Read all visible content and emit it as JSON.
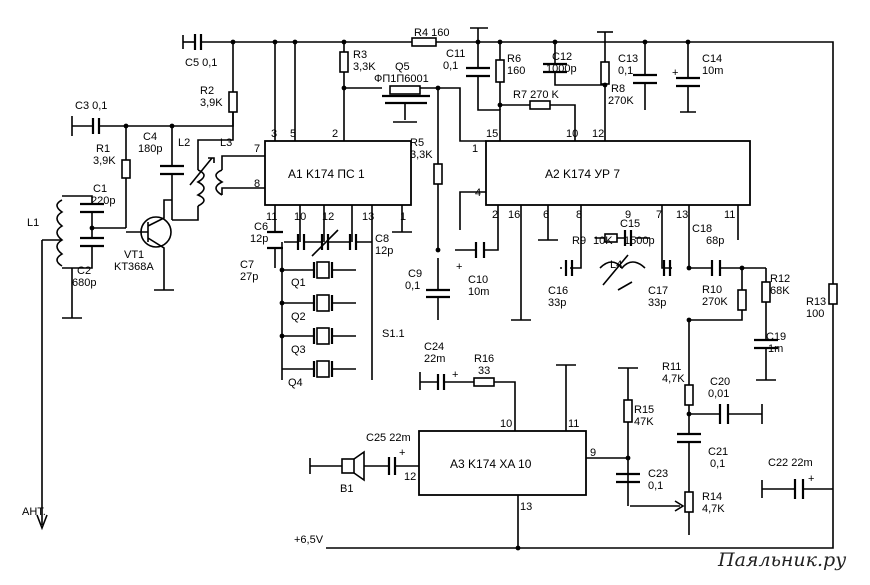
{
  "watermark": "Паяльник.ру",
  "supply": "+6,5V",
  "antenna": "АНТ.",
  "chips": {
    "a1": "A1 K174 ПС 1",
    "a2": "A2 K174 УР 7",
    "a3": "A3 K174 XA 10"
  },
  "switch": "S1.1",
  "components": {
    "c1": "C1",
    "c1v": "220p",
    "c2": "C2",
    "c2v": "680p",
    "c3": "C3 0,1",
    "c4": "C4",
    "c4v": "180p",
    "c5": "C5 0,1",
    "c6": "C6",
    "c6v": "12p",
    "c7": "C7",
    "c7v": "27p",
    "c8": "C8",
    "c8v": "12p",
    "c9": "C9",
    "c9v": "0,1",
    "c10": "C10",
    "c10v": "10m",
    "c11": "C11",
    "c11v": "0,1",
    "c12": "C12",
    "c12v": "1000p",
    "c13": "C13",
    "c13v": "0,1",
    "c14": "C14",
    "c14v": "10m",
    "c15": "C15",
    "c15v": "1500p",
    "c16": "C16",
    "c16v": "33p",
    "c17": "C17",
    "c17v": "33p",
    "c18": "C18",
    "c18v": "68p",
    "c19": "C19",
    "c19v": "1m",
    "c20": "C20",
    "c20v": "0,01",
    "c21": "C21",
    "c21v": "0,1",
    "c22": "C22 22m",
    "c23": "C23",
    "c23v": "0,1",
    "c24": "C24",
    "c24v": "22m",
    "c25": "C25 22m",
    "r1": "R1",
    "r1v": "3,9K",
    "r2": "R2",
    "r2v": "3,9K",
    "r3": "R3",
    "r3v": "3,3K",
    "r4": "R4 160",
    "r5": "R5",
    "r5v": "3,3K",
    "r6": "R6",
    "r6v": "160",
    "r7": "R7 270 K",
    "r8": "R8",
    "r8v": "270K",
    "r9": "R9",
    "r9v": "10K",
    "r10": "R10",
    "r10v": "270K",
    "r11": "R11",
    "r11v": "4,7K",
    "r12": "R12",
    "r12v": "68K",
    "r13": "R13",
    "r13v": "100",
    "r14": "R14",
    "r14v": "4,7K",
    "r15": "R15",
    "r15v": "47K",
    "r16": "R16",
    "r16v": "33",
    "l1": "L1",
    "l2": "L2",
    "l3": "L3",
    "l4": "L4",
    "vt1": "VT1",
    "vt1v": "KT368A",
    "q1": "Q1",
    "q2": "Q2",
    "q3": "Q3",
    "q4": "Q4",
    "q5": "Q5",
    "q5v": "ФП1П6001",
    "b1": "B1"
  },
  "pins": {
    "a1": [
      "3",
      "5",
      "2",
      "7",
      "8",
      "11",
      "10",
      "12",
      "13",
      "1"
    ],
    "a2": [
      "1",
      "15",
      "10",
      "12",
      "4",
      "2",
      "16",
      "6",
      "8",
      "9",
      "7",
      "13",
      "11"
    ],
    "a3": [
      "10",
      "11",
      "9",
      "12",
      "13"
    ]
  }
}
